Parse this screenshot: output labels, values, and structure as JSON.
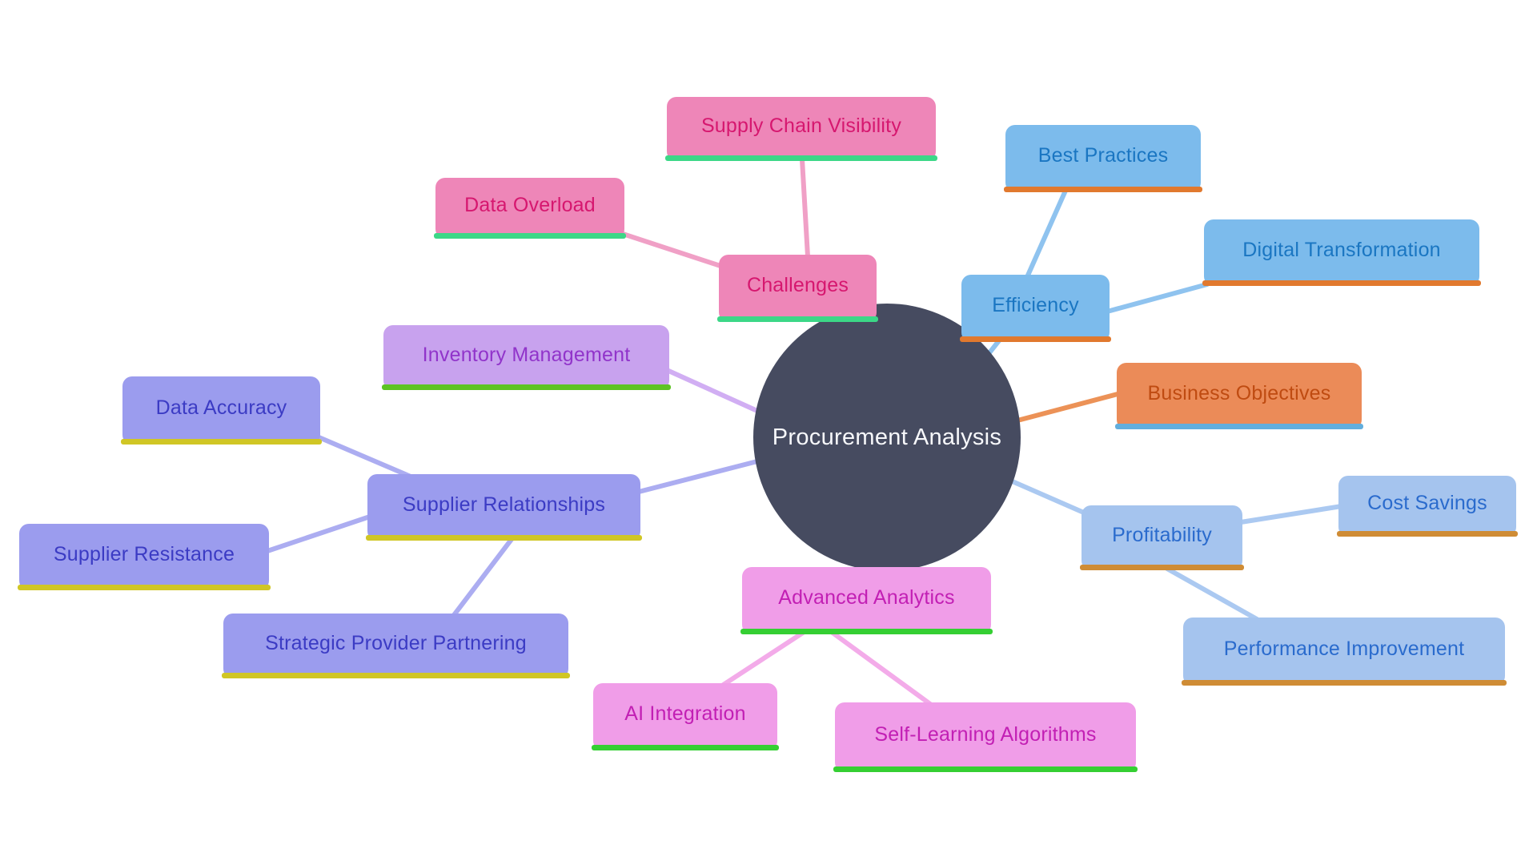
{
  "diagram": {
    "title": "Procurement Analysis",
    "type": "mind-map",
    "center": {
      "label": "Procurement Analysis",
      "fill": "#464b60",
      "text_color": "#f7f8fb"
    },
    "palette": {
      "challenges": {
        "fill": "#ee86b8",
        "text": "#d6176f",
        "underline": "#3cd787",
        "line": "#f0a0c6"
      },
      "efficiency": {
        "fill": "#7cbbec",
        "text": "#1a76c2",
        "underline": "#e1792e",
        "line": "#8fc3ef"
      },
      "objectives": {
        "fill": "#eb8b58",
        "text": "#bf4b11",
        "underline": "#62aedd",
        "line": "#ec9257"
      },
      "profitability": {
        "fill": "#a5c4ee",
        "text": "#2a6bcd",
        "underline": "#cf8c35",
        "line": "#abc9f1"
      },
      "analytics": {
        "fill": "#f09de8",
        "text": "#c21fb4",
        "underline": "#35cf33",
        "line": "#f3abe9"
      },
      "suppliers": {
        "fill": "#9b9cee",
        "text": "#3b3bc4",
        "underline": "#d0c625",
        "line": "#acadf1"
      },
      "inventory": {
        "fill": "#c8a2ee",
        "text": "#9134ca",
        "underline": "#5ec324",
        "line": "#d1aef3"
      }
    },
    "nodes": {
      "challenges": {
        "label": "Challenges",
        "group": "challenges"
      },
      "supply-chain-visibility": {
        "label": "Supply Chain Visibility",
        "group": "challenges"
      },
      "data-overload": {
        "label": "Data Overload",
        "group": "challenges"
      },
      "efficiency": {
        "label": "Efficiency",
        "group": "efficiency"
      },
      "best-practices": {
        "label": "Best Practices",
        "group": "efficiency"
      },
      "digital-transformation": {
        "label": "Digital Transformation",
        "group": "efficiency"
      },
      "business-objectives": {
        "label": "Business Objectives",
        "group": "objectives"
      },
      "profitability": {
        "label": "Profitability",
        "group": "profitability"
      },
      "cost-savings": {
        "label": "Cost Savings",
        "group": "profitability"
      },
      "performance-improvement": {
        "label": "Performance Improvement",
        "group": "profitability"
      },
      "advanced-analytics": {
        "label": "Advanced Analytics",
        "group": "analytics"
      },
      "ai-integration": {
        "label": "AI Integration",
        "group": "analytics"
      },
      "self-learning-algorithms": {
        "label": "Self-Learning Algorithms",
        "group": "analytics"
      },
      "supplier-relationships": {
        "label": "Supplier Relationships",
        "group": "suppliers"
      },
      "data-accuracy": {
        "label": "Data Accuracy",
        "group": "suppliers"
      },
      "supplier-resistance": {
        "label": "Supplier Resistance",
        "group": "suppliers"
      },
      "strategic-provider-partnering": {
        "label": "Strategic Provider Partnering",
        "group": "suppliers"
      },
      "inventory-management": {
        "label": "Inventory Management",
        "group": "inventory"
      }
    },
    "edges": [
      {
        "from": "supply-chain-visibility",
        "to": "challenges"
      },
      {
        "from": "data-overload",
        "to": "challenges"
      },
      {
        "from": "best-practices",
        "to": "efficiency"
      },
      {
        "from": "digital-transformation",
        "to": "efficiency"
      },
      {
        "from": "efficiency",
        "to": "center"
      },
      {
        "from": "business-objectives",
        "to": "center"
      },
      {
        "from": "profitability",
        "to": "center"
      },
      {
        "from": "cost-savings",
        "to": "profitability"
      },
      {
        "from": "performance-improvement",
        "to": "profitability"
      },
      {
        "from": "ai-integration",
        "to": "advanced-analytics"
      },
      {
        "from": "self-learning-algorithms",
        "to": "advanced-analytics"
      },
      {
        "from": "supplier-relationships",
        "to": "center"
      },
      {
        "from": "data-accuracy",
        "to": "supplier-relationships"
      },
      {
        "from": "supplier-resistance",
        "to": "supplier-relationships"
      },
      {
        "from": "strategic-provider-partnering",
        "to": "supplier-relationships"
      },
      {
        "from": "inventory-management",
        "to": "center"
      }
    ]
  }
}
